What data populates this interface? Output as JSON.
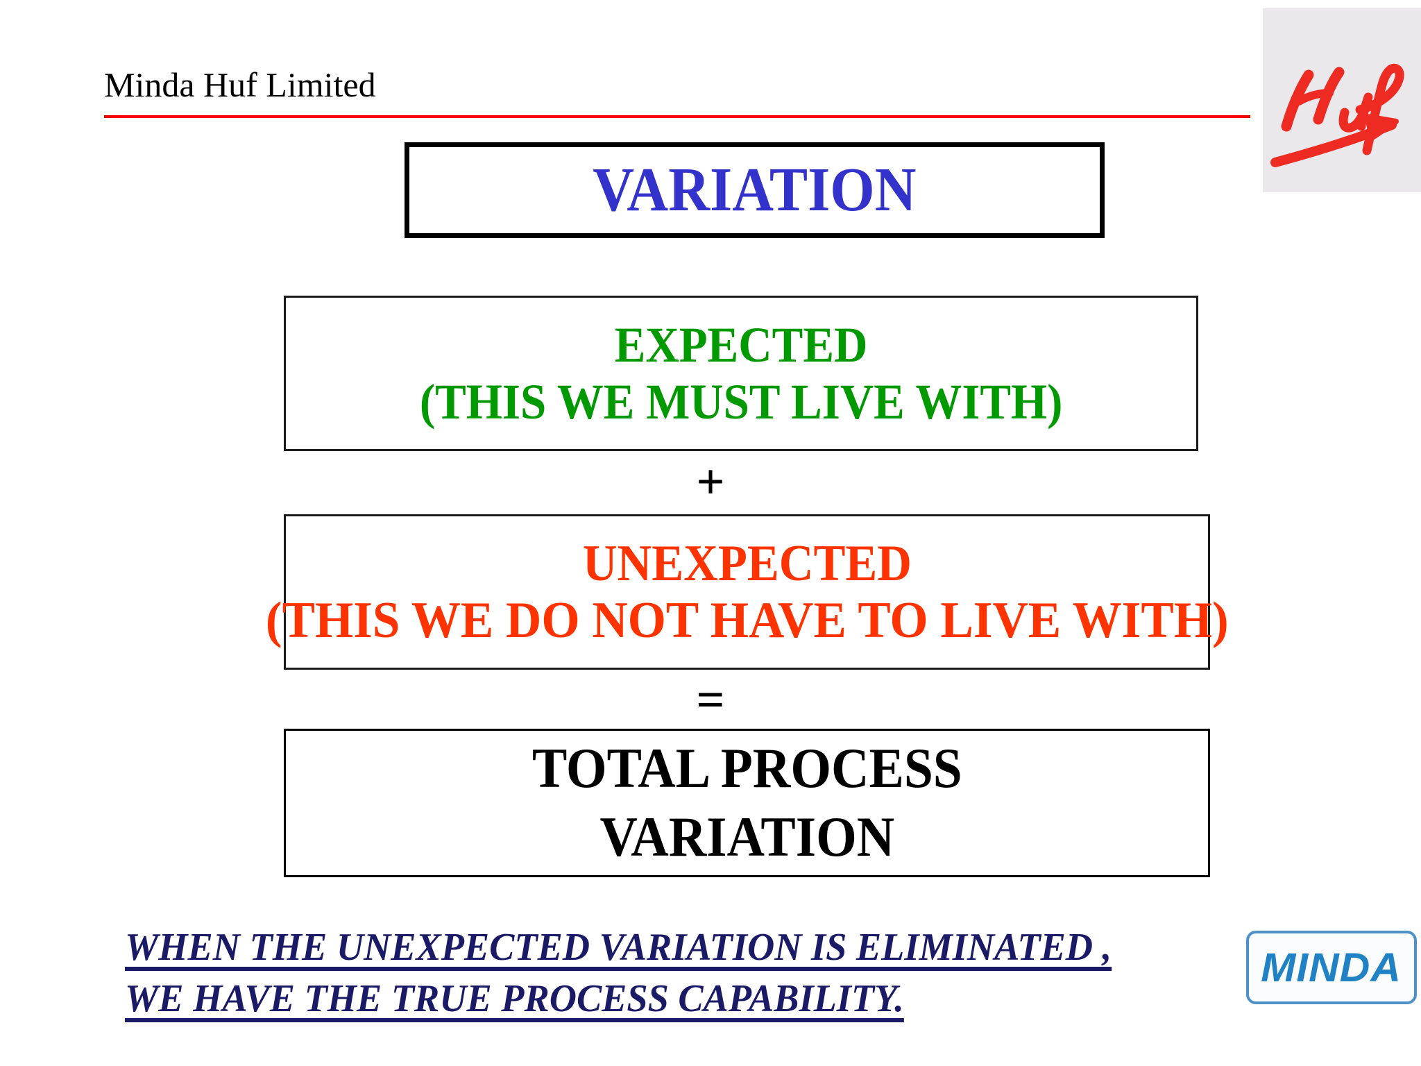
{
  "header": {
    "company": "Minda Huf Limited",
    "rule_color": "#FF0000"
  },
  "logos": {
    "huf": {
      "name": "huf-logo",
      "wordmark": "Huf",
      "color": "#EE2B22",
      "background": "#EAE8EA"
    },
    "minda": {
      "name": "minda-logo",
      "wordmark": "MINDA",
      "color": "#2082C4",
      "border_color": "#4E90C8"
    }
  },
  "title_box": {
    "text": "VARIATION",
    "color": "#3333CC"
  },
  "expected_box": {
    "line1": "EXPECTED",
    "line2": "(THIS WE MUST LIVE WITH)",
    "color": "#009900"
  },
  "operator_plus": "+",
  "unexpected_box": {
    "line1": "UNEXPECTED",
    "line2": "(THIS WE DO NOT HAVE TO LIVE WITH)",
    "color": "#FF3300"
  },
  "operator_equals": "=",
  "total_box": {
    "line1": "TOTAL PROCESS",
    "line2": "VARIATION",
    "color": "#000000"
  },
  "footer_note": {
    "line1": "WHEN THE UNEXPECTED VARIATION IS ELIMINATED ,",
    "line2": "WE HAVE THE TRUE PROCESS CAPABILITY.",
    "color": "#1A1A66"
  }
}
